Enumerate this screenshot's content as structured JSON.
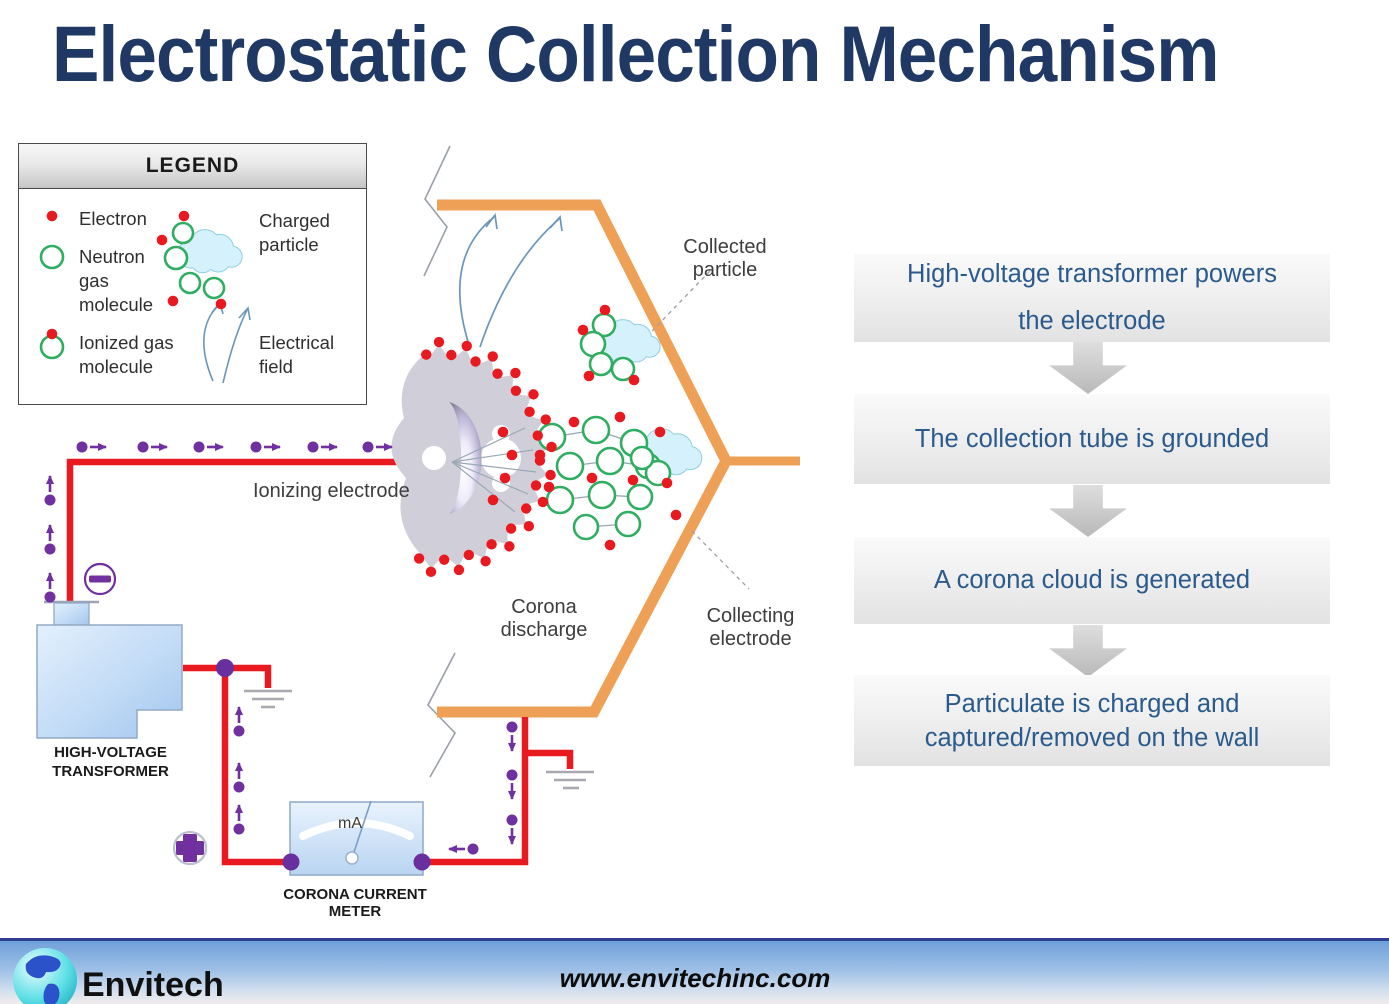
{
  "title": "Electrostatic Collection Mechanism",
  "legend": {
    "header": "LEGEND",
    "items": [
      {
        "icon": "electron-icon",
        "label": "Electron"
      },
      {
        "icon": "neutron-gas-molecule-icon",
        "label": "Neutron gas molecule"
      },
      {
        "icon": "ionized-gas-molecule-icon",
        "label": "Ionized gas molecule"
      },
      {
        "icon": "charged-particle-icon",
        "label": "Charged particle"
      },
      {
        "icon": "electrical-field-icon",
        "label": "Electrical field"
      }
    ]
  },
  "diagram": {
    "labels": {
      "collected_particle": "Collected particle",
      "ionizing_electrode": "Ionizing electrode",
      "corona_discharge": "Corona discharge",
      "collecting_electrode": "Collecting electrode",
      "transformer": "HIGH-VOLTAGE TRANSFORMER",
      "meter": "CORONA CURRENT METER",
      "meter_unit": "mA"
    }
  },
  "flowchart": {
    "steps": [
      {
        "text": "High-voltage transformer powers the electrode"
      },
      {
        "text": "The collection tube is grounded"
      },
      {
        "text": "A corona cloud is generated"
      },
      {
        "text": "Particulate is charged and captured/removed on the wall"
      }
    ]
  },
  "footer": {
    "logo_text": "Envitech",
    "website": "www.envitechinc.com"
  },
  "colors": {
    "title_navy": "#1F3864",
    "accent_orange": "#EFA057",
    "wire_red": "#E8191F",
    "flow_purple": "#7030A0",
    "molecule_green": "#2FAE62",
    "step_text_blue": "#2B5A8C"
  }
}
